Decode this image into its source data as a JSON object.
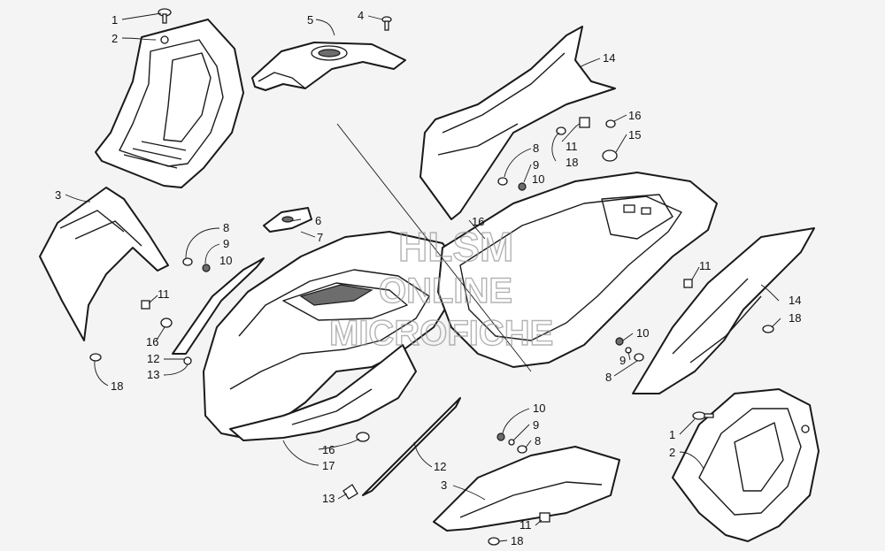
{
  "diagram": {
    "callouts": {
      "c1a": "1",
      "c2a": "2",
      "c5": "5",
      "c4": "4",
      "c14a": "14",
      "c16a": "16",
      "c15": "15",
      "c11a": "11",
      "c8a": "8",
      "c9a": "9",
      "c10a": "10",
      "c18a": "18",
      "c3a": "3",
      "c8b": "8",
      "c9b": "9",
      "c10b": "10",
      "c6": "6",
      "c7": "7",
      "c16b": "16",
      "c11b": "11",
      "c16c": "16",
      "c12a": "12",
      "c13a": "13",
      "c18b": "18",
      "c11c": "11",
      "c14b": "14",
      "c18c": "18",
      "c10c": "10",
      "c9c": "9",
      "c8c": "8",
      "c10d": "10",
      "c9d": "9",
      "c8d": "8",
      "c16d": "16",
      "c17": "17",
      "c12b": "12",
      "c3b": "3",
      "c13b": "13",
      "c11d": "11",
      "c18d": "18",
      "c1b": "1",
      "c2b": "2"
    },
    "watermark": {
      "line1": "HLSM",
      "line2": "ONLINE",
      "line3": "MICROFICHE"
    }
  }
}
